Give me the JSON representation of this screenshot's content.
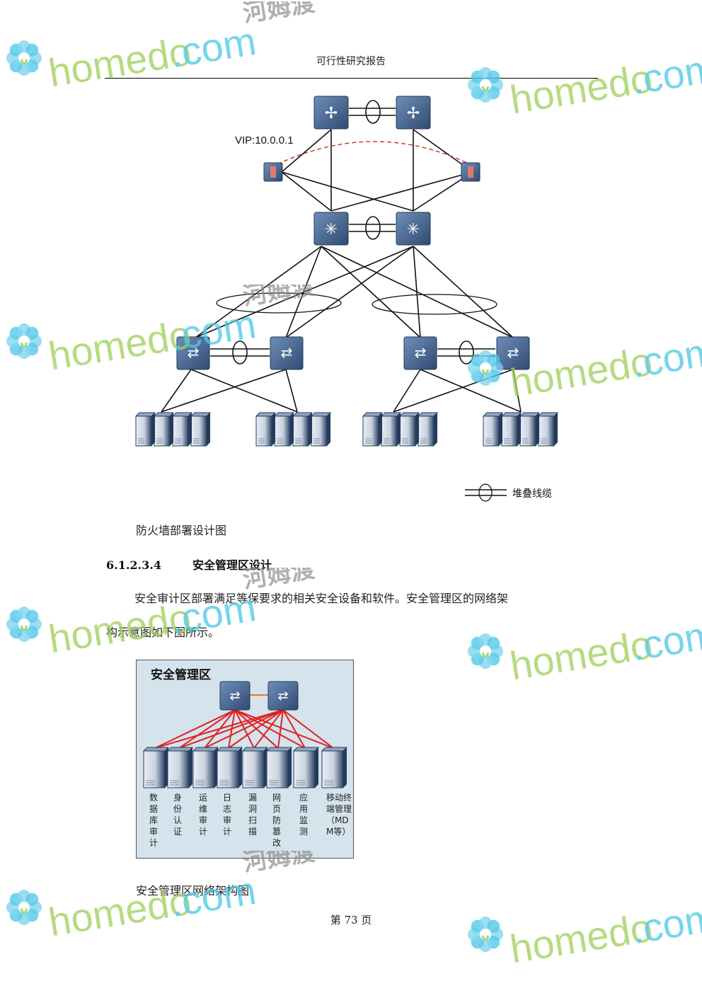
{
  "header": {
    "title": "可行性研究报告"
  },
  "diagram1": {
    "vip_label": "VIP:10.0.0.1",
    "legend_label": "堆叠线缆"
  },
  "captions": {
    "firewall": "防火墙部署设计图",
    "mgmt": "安全管理区网络架构图"
  },
  "section": {
    "number": "6.1.2.3.4",
    "title": "安全管理区设计"
  },
  "paragraph": {
    "line1": "安全审计区部署满足等保要求的相关安全设备和软件。安全管理区的网络架",
    "line2": "构示意图如下图所示。"
  },
  "diagram2": {
    "title": "安全管理区",
    "servers": [
      "数据库审计",
      "身份认证",
      "运维审计",
      "日志审计",
      "漏洞扫描",
      "网页防篡改",
      "应用监测",
      "移动终端管理（MDM等）"
    ]
  },
  "footer": {
    "page_label": "第 73 页"
  },
  "watermark": {
    "brand": "homedo",
    "domain": ".com",
    "cn": "河姆渡"
  },
  "colors": {
    "device": "#3d5a80",
    "link_red": "#e02020",
    "vip_dash": "#d62828",
    "wm_green": "#9fd15b",
    "wm_cyan": "#4cc8e6"
  }
}
